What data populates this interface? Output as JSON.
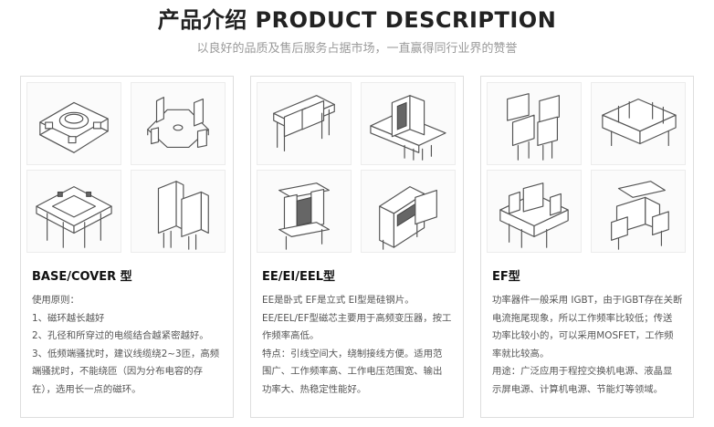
{
  "header": {
    "title": "产品介绍 PRODUCT DESCRIPTION",
    "subtitle": "以良好的品质及售后服务占据市场，一直赢得同行业界的赞誉"
  },
  "products": [
    {
      "title": "BASE/COVER 型",
      "images": [
        "base-image",
        "cover-image",
        "base-pins-image",
        "cover-pins-image"
      ],
      "lines": [
        "使用原则：",
        "1、磁环越长越好",
        "2、孔径和所穿过的电缆结合越紧密越好。",
        "3、低频端骚扰时，建议线缆绕2~3匝，高频",
        "端骚扰时，不能绕匝（因为分布电容的存",
        "在），选用长一点的磁环。"
      ]
    },
    {
      "title": "EE/EI/EEL型",
      "images": [
        "ee-bobbin-image",
        "ee-horizontal-image",
        "ee-vertical-image",
        "ee-assembled-image"
      ],
      "lines": [
        "EE是卧式 EF是立式 EI型是硅钢片。",
        "EE/EEL/EF型磁芯主要用于高频变压器，按工",
        "作频率高低。",
        "特点：引线空间大，绕制接线方便。适用范",
        "围广、工作频率高、工作电压范围宽、输出",
        "功率大、热稳定性能好。"
      ]
    },
    {
      "title": "EF型",
      "images": [
        "ef-small-image",
        "ef-double-image",
        "ef-large-image",
        "ef-angled-image"
      ],
      "lines": [
        "功率器件一般采用 IGBT，由于IGBT存在关断",
        "电流拖尾现象，所以工作频率比较低；传送",
        "功率比较小的，可以采用MOSFET，工作频",
        "率就比较高。",
        "用途：广泛应用于程控交换机电源、液晶显",
        "示屏电源、计算机电源、节能灯等领域。"
      ]
    }
  ]
}
